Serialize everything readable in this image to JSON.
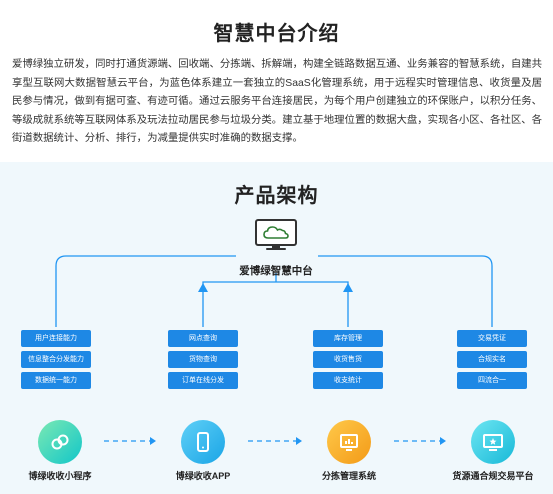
{
  "intro": {
    "title": "智慧中台介绍",
    "paragraph": "爱博绿独立研发，同时打通货源端、回收端、分拣端、拆解端，构建全链路数据互通、业务兼容的智慧系统，自建共享型互联网大数据智慧云平台，为蓝色体系建立一套独立的SaaS化管理系统，用于远程实时管理信息、收货量及居民参与情况，做到有据可查、有迹可循。通过云服务平台连接居民，为每个用户创建独立的环保账户，以积分任务、等级成就系统等互联网体系及玩法拉动居民参与垃圾分类。建立基于地理位置的数据大盘，实现各小区、各社区、各街道数据统计、分析、排行，为减量提供实时准确的数据支撑。"
  },
  "architecture": {
    "title": "产品架构",
    "center_label": "爱博绿智慧中台",
    "center_icon": "cloud-monitor-icon",
    "columns": [
      {
        "tags": [
          "用户连接能力",
          "信息整合分发能力",
          "数据统一能力"
        ]
      },
      {
        "tags": [
          "网点查询",
          "货物查询",
          "订单在线分发"
        ]
      },
      {
        "tags": [
          "库存管理",
          "收货售货",
          "收支统计"
        ]
      },
      {
        "tags": [
          "交易凭证",
          "合规实名",
          "四流合一"
        ]
      }
    ],
    "products": [
      {
        "label": "博绿收收小程序",
        "icon": "mini-program-icon"
      },
      {
        "label": "博绿收收APP",
        "icon": "phone-app-icon"
      },
      {
        "label": "分拣管理系统",
        "icon": "dashboard-screen-icon"
      },
      {
        "label": "货源通合规交易平台",
        "icon": "trading-platform-icon"
      }
    ]
  },
  "colors": {
    "accent": "#1e88e5",
    "line": "#2196f3",
    "section_bg": "#f0f8fc"
  }
}
